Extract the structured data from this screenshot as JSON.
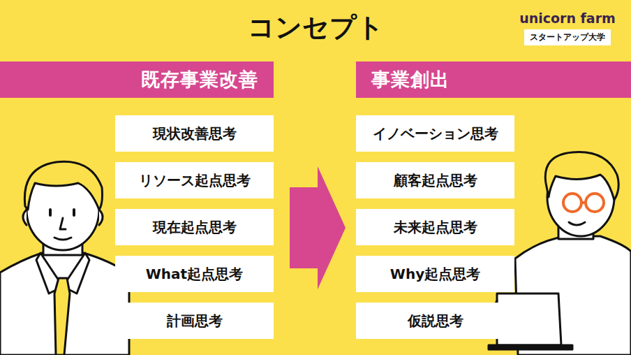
{
  "diagram": {
    "title": "コンセプト",
    "nodes": [
      {
        "text": [
          "unicorn farm",
          "スタートアップ大学"
        ]
      },
      {
        "text": [
          "既存事業改善"
        ]
      },
      {
        "text": [
          "現状改善思考"
        ]
      },
      {
        "text": [
          "リソース起点思考"
        ]
      },
      {
        "text": [
          "現在起点思考"
        ]
      },
      {
        "text": [
          "What起点思考"
        ]
      },
      {
        "text": [
          "計画思考"
        ]
      },
      {
        "text": [
          "事業創出"
        ]
      },
      {
        "text": [
          "イノベーション思考"
        ]
      },
      {
        "text": [
          "顧客起点思考"
        ]
      },
      {
        "text": [
          "未来起点思考"
        ]
      },
      {
        "text": [
          "Why起点思考"
        ]
      },
      {
        "text": [
          "仮説思考"
        ]
      }
    ]
  }
}
